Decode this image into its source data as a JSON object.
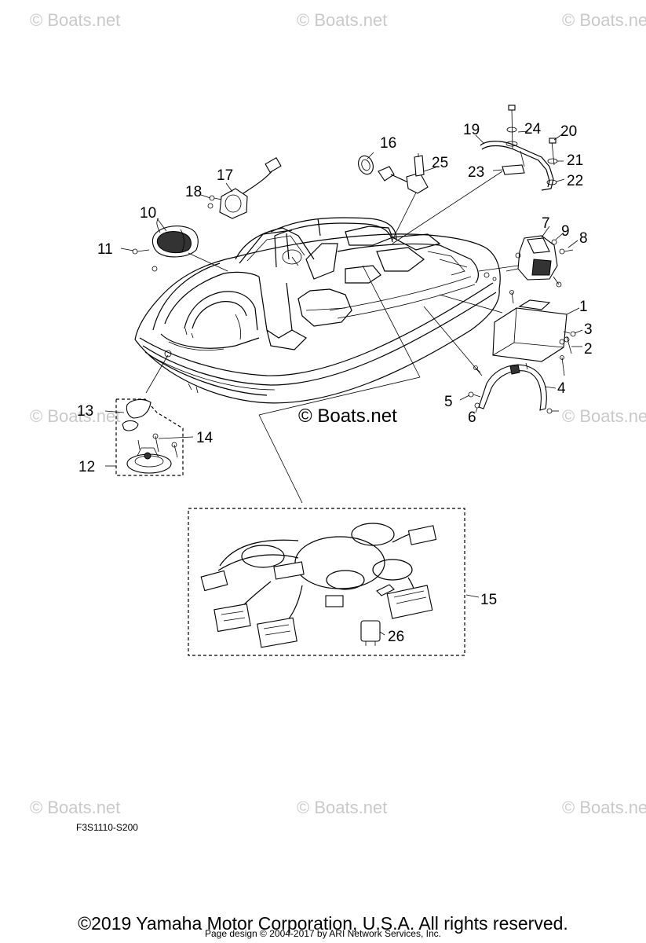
{
  "watermark": "© Boats.net",
  "center_watermark": "© Boats.net",
  "callouts": [
    "1",
    "2",
    "3",
    "4",
    "5",
    "6",
    "7",
    "8",
    "9",
    "10",
    "11",
    "12",
    "13",
    "14",
    "15",
    "16",
    "17",
    "18",
    "19",
    "20",
    "21",
    "22",
    "23",
    "24",
    "25",
    "26"
  ],
  "drawing_code": "F3S1110-S200",
  "copyright": "©2019 Yamaha Motor Corporation, U.S.A. All rights reserved.",
  "page_design": "Page design © 2004-2017 by ARI Network Services, Inc."
}
